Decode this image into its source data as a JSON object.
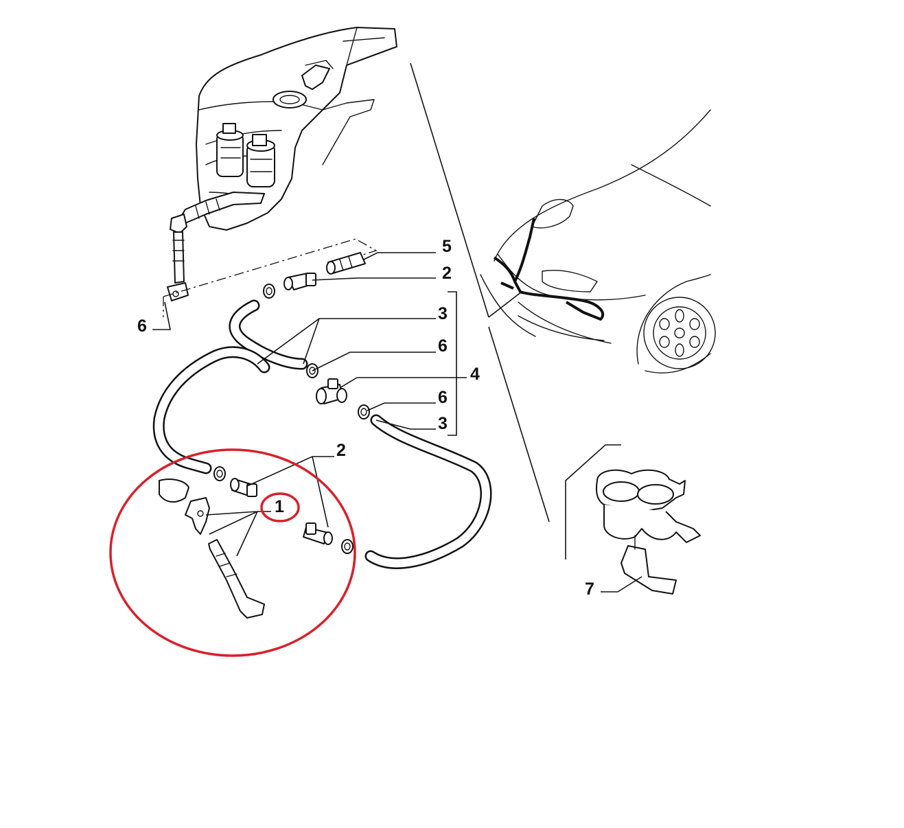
{
  "callouts": {
    "part_5": "5",
    "part_2_upper": "2",
    "part_3_upper": "3",
    "part_6_right_upper": "6",
    "part_4": "4",
    "part_6_right_lower": "6",
    "part_3_lower": "3",
    "part_2_lower": "2",
    "part_1": "1",
    "part_6_left": "6",
    "part_7": "7"
  },
  "colors": {
    "line": "#111111",
    "highlight": "#d9202a",
    "background": "#ffffff"
  }
}
